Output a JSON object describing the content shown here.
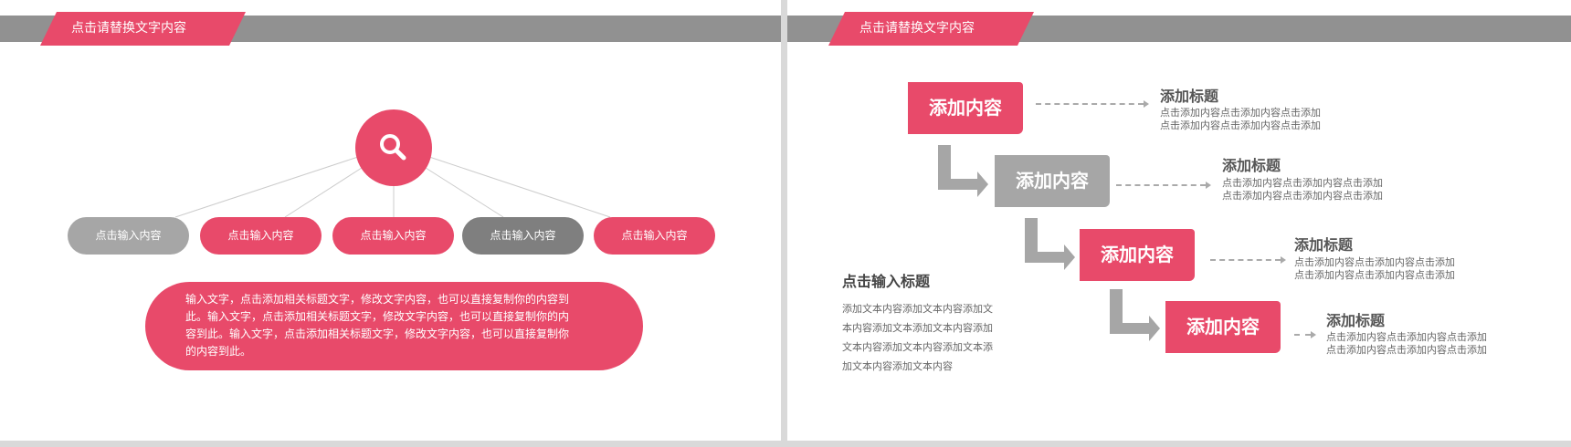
{
  "left_slide": {
    "header_tab": "点击请替换文字内容",
    "center_icon": "search-icon",
    "pills": [
      {
        "label": "点击输入内容",
        "color": "#a6a6a6"
      },
      {
        "label": "点击输入内容",
        "color": "#e84a6a"
      },
      {
        "label": "点击输入内容",
        "color": "#e84a6a"
      },
      {
        "label": "点击输入内容",
        "color": "#7f7f7f"
      },
      {
        "label": "点击输入内容",
        "color": "#e84a6a"
      }
    ],
    "body_lines": [
      "输入文字，点击添加相关标题文字，修改文字内容，也可以直接复制你的内容到",
      "此。输入文字，点击添加相关标题文字，修改文字内容，也可以直接复制你的内",
      "容到此。输入文字，点击添加相关标题文字，修改文字内容，也可以直接复制你",
      "的内容到此。"
    ]
  },
  "right_slide": {
    "header_tab": "点击请替换文字内容",
    "steps": [
      {
        "box": "添加内容",
        "color": "#e84a6a",
        "title": "添加标题",
        "lines": [
          "点击添加内容点击添加内容点击添加",
          "点击添加内容点击添加内容点击添加"
        ]
      },
      {
        "box": "添加内容",
        "color": "#a6a6a6",
        "title": "添加标题",
        "lines": [
          "点击添加内容点击添加内容点击添加",
          "点击添加内容点击添加内容点击添加"
        ]
      },
      {
        "box": "添加内容",
        "color": "#e84a6a",
        "title": "添加标题",
        "lines": [
          "点击添加内容点击添加内容点击添加",
          "点击添加内容点击添加内容点击添加"
        ]
      },
      {
        "box": "添加内容",
        "color": "#e84a6a",
        "title": "添加标题",
        "lines": [
          "点击添加内容点击添加内容点击添加",
          "点击添加内容点击添加内容点击添加"
        ]
      }
    ],
    "side_title": "点击输入标题",
    "side_lines": [
      "添加文本内容添加文本内容添加文",
      "本内容添加文本添加文本内容添加",
      "文本内容添加文本内容添加文本添",
      "加文本内容添加文本内容"
    ]
  }
}
